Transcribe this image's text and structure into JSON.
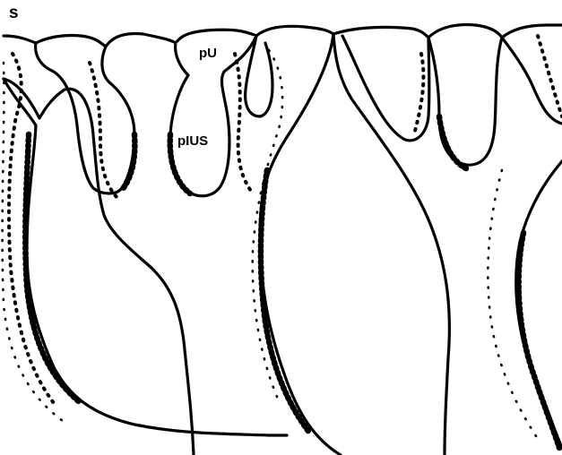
{
  "labels": {
    "corner": "s",
    "pU": "pU",
    "pIUS": "pIUS"
  },
  "colors": {
    "ink": "#000000",
    "paper": "#ffffff"
  }
}
